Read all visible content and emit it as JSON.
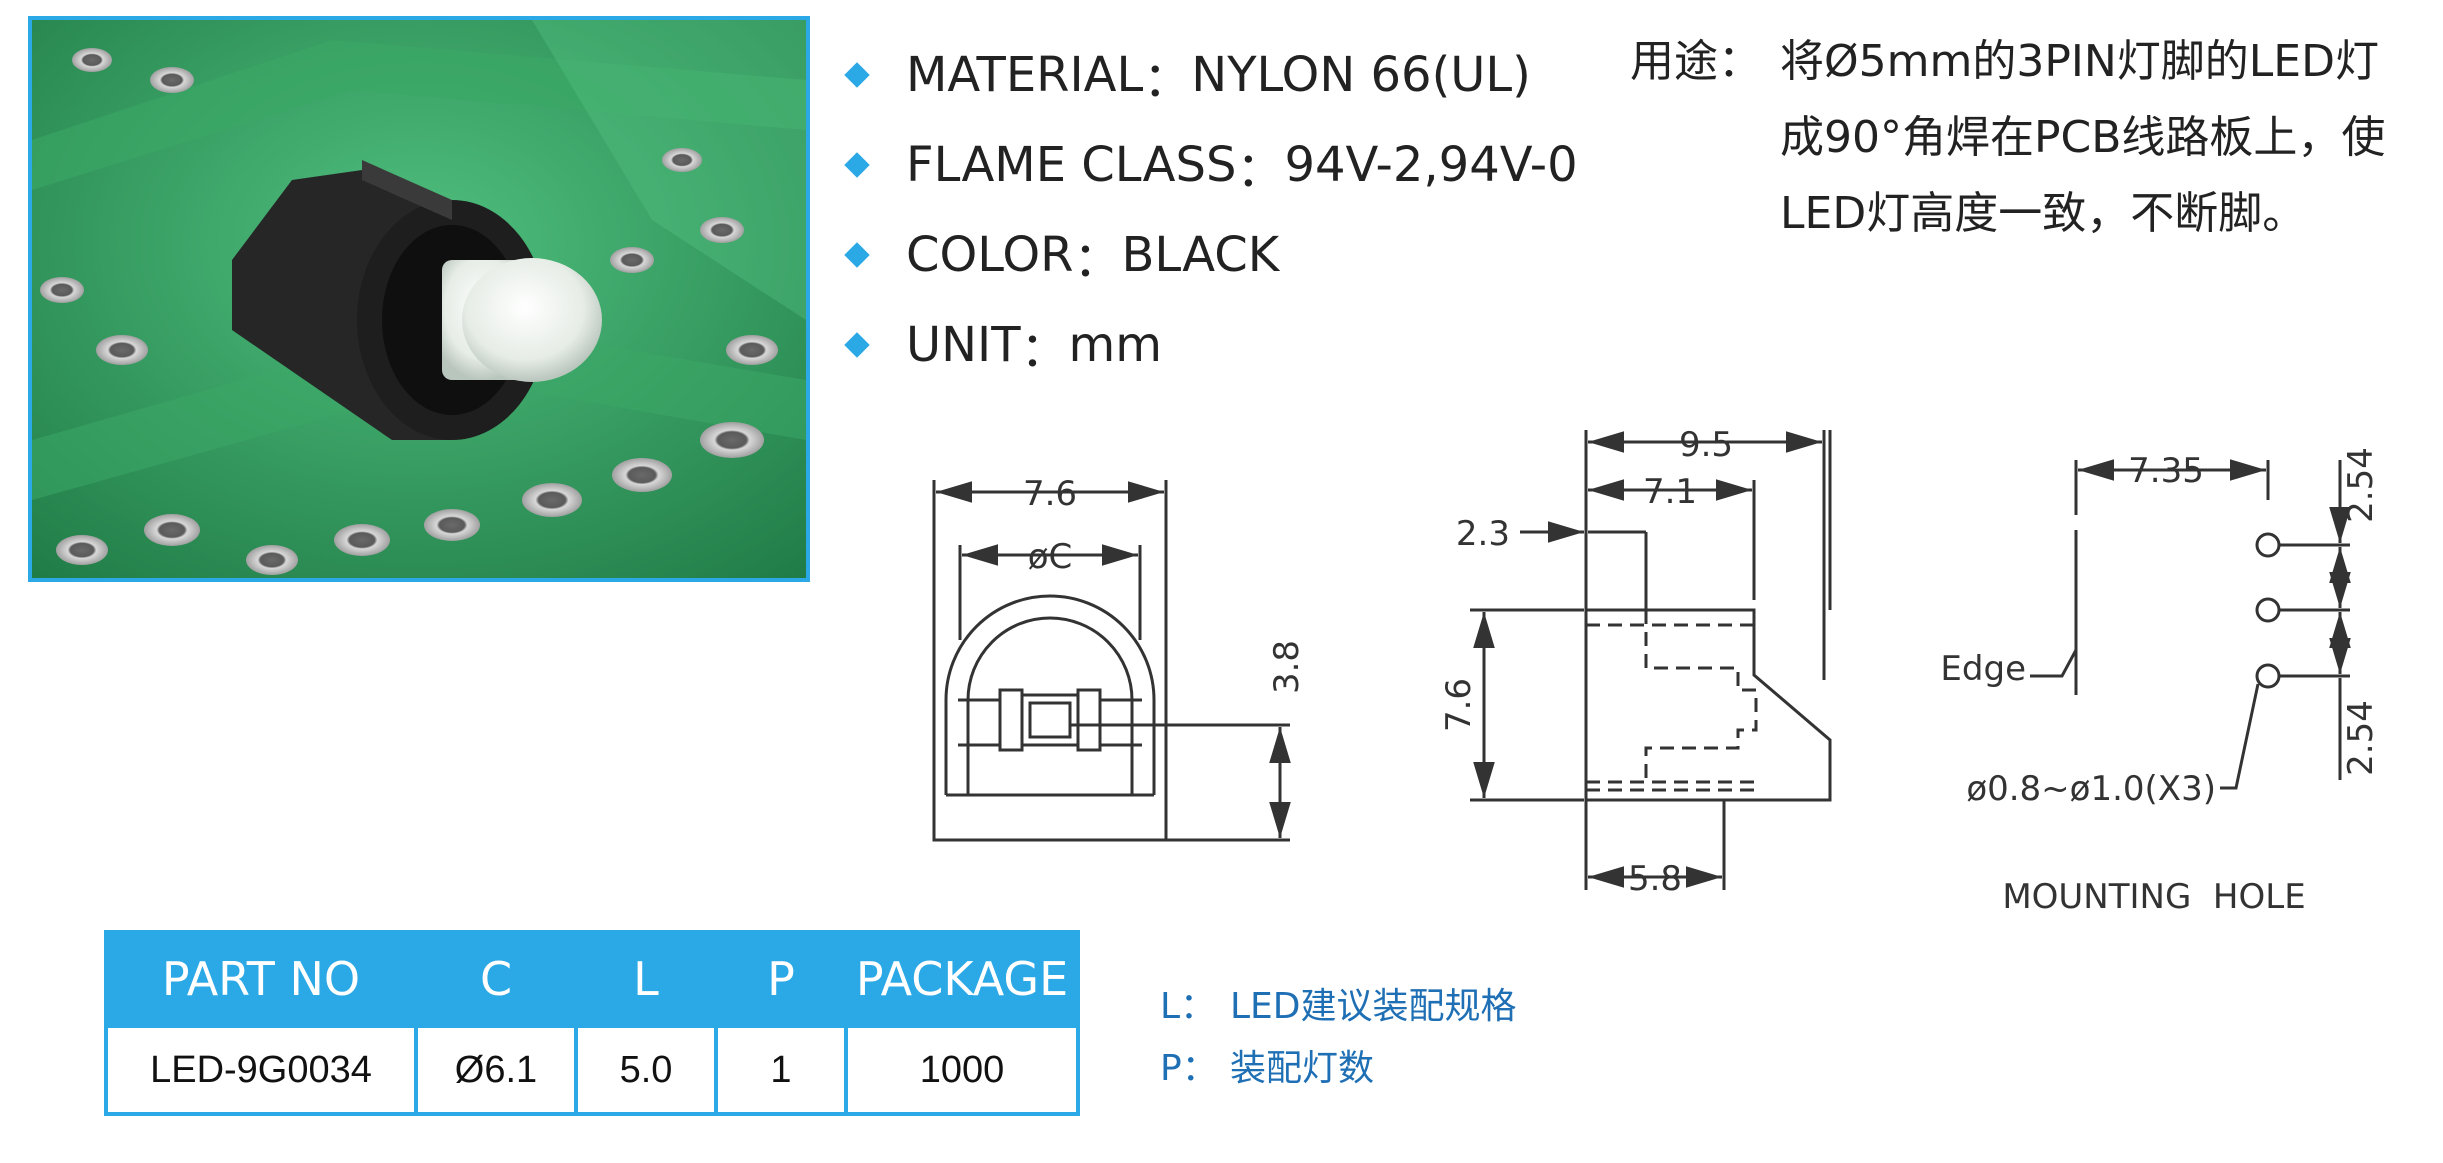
{
  "specs": [
    {
      "label": "MATERIAL",
      "sep": "：",
      "value": "NYLON 66(UL)"
    },
    {
      "label": "FLAME CLASS",
      "sep": "：",
      "value": "94V-2,94V-0"
    },
    {
      "label": "COLOR",
      "sep": "：",
      "value": "BLACK"
    },
    {
      "label": "UNIT",
      "sep": "：",
      "value": "mm"
    }
  ],
  "usage": {
    "label": "用途：",
    "text": "将Ø5mm的3PIN灯脚的LED灯成90°角焊在PCB线路板上，使LED灯高度一致，不断脚。"
  },
  "drawings": {
    "front": {
      "width": "7.6",
      "inner": "øC",
      "height": "3.8"
    },
    "side": {
      "width": "9.5",
      "inner": "7.1",
      "offset": "2.3",
      "height": "7.6",
      "bottom": "5.8"
    },
    "mounting": {
      "distance": "7.35",
      "pitch_top": "2.54",
      "pitch_bottom": "2.54",
      "edge": "Edge",
      "hole": "ø0.8~ø1.0(X3)",
      "title": "MOUNTING  HOLE"
    }
  },
  "table": {
    "headers": [
      "PART NO",
      "C",
      "L",
      "P",
      "PACKAGE"
    ],
    "rows": [
      [
        "LED-9G0034",
        "Ø6.1",
        "5.0",
        "1",
        "1000"
      ]
    ]
  },
  "notes": [
    {
      "key": "L：",
      "text": "LED建议装配规格"
    },
    {
      "key": "P：",
      "text": "装配灯数"
    }
  ],
  "colors": {
    "accent": "#2ba8e6",
    "pcb_green": "#2e9a5c",
    "note_blue": "#1f6fb5"
  }
}
